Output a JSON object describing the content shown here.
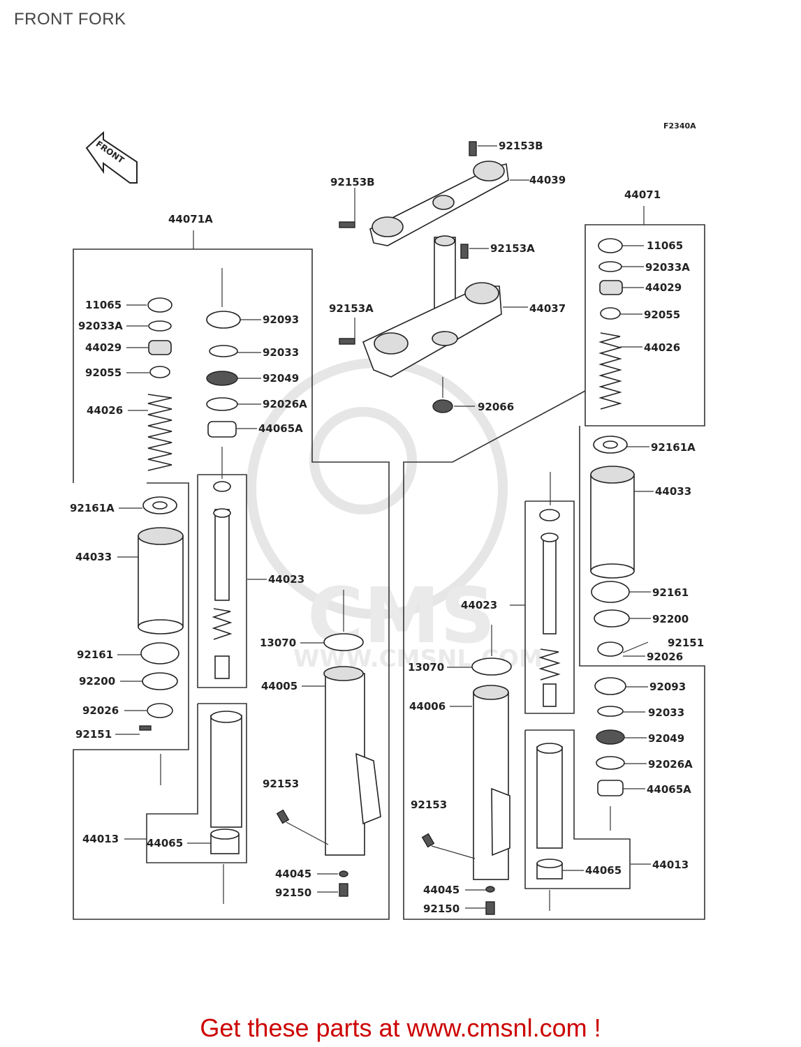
{
  "page": {
    "title": "FRONT FORK"
  },
  "diagram": {
    "code": "F2340A",
    "front_arrow": "FRONT",
    "watermark": "CMS",
    "watermark_url": "WWW.CMSNL.COM",
    "labels": {
      "l44071A": "44071A",
      "l11065_l": "11065",
      "l92033A_l": "92033A",
      "l44029_l": "44029",
      "l92055_l": "92055",
      "l44026_l": "44026",
      "l92161A_l": "92161A",
      "l44033_l": "44033",
      "l92161_l": "92161",
      "l92200_l": "92200",
      "l92026_l": "92026",
      "l92151_l": "92151",
      "l44013_l": "44013",
      "l44065_l": "44065",
      "l92093_l": "92093",
      "l92033_l": "92033",
      "l92049_l": "92049",
      "l92026A_l": "92026A",
      "l44065A_l": "44065A",
      "l44023_l": "44023",
      "l13070_l": "13070",
      "l44005": "44005",
      "l92153_l": "92153",
      "l44045_l": "44045",
      "l92150_l": "92150",
      "l92153B_top": "92153B",
      "l44039": "44039",
      "l92153B_left": "92153B",
      "l92153A_right": "92153A",
      "l92153A_left": "92153A",
      "l44037": "44037",
      "l92066": "92066",
      "l44071": "44071",
      "l11065_r": "11065",
      "l92033A_r": "92033A",
      "l44029_r": "44029",
      "l92055_r": "92055",
      "l44026_r": "44026",
      "l92161A_r": "92161A",
      "l44033_r": "44033",
      "l92161_r": "92161",
      "l92200_r": "92200",
      "l92151_r": "92151",
      "l92026_r": "92026",
      "l44023_r": "44023",
      "l13070_r": "13070",
      "l44006": "44006",
      "l92093_r": "92093",
      "l92033_r": "92033",
      "l92049_r": "92049",
      "l92026A_r": "92026A",
      "l44065A_r": "44065A",
      "l92153_r": "92153",
      "l44013_r": "44013",
      "l44065_r": "44065",
      "l44045_r": "44045",
      "l92150_r": "92150"
    }
  },
  "footer": {
    "text": "Get these parts at www.cmsnl.com !"
  }
}
